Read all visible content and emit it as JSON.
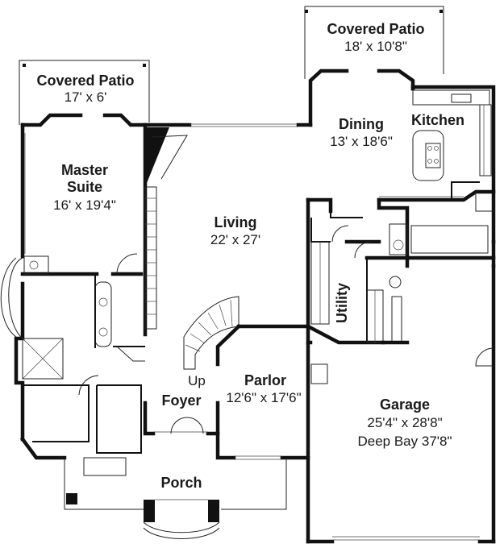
{
  "plan": {
    "rooms": [
      {
        "id": "covered-patio-right",
        "name": "Covered Patio",
        "size": "18' x 10'8\""
      },
      {
        "id": "covered-patio-left",
        "name": "Covered Patio",
        "size": "17' x 6'"
      },
      {
        "id": "dining",
        "name": "Dining",
        "size": "13' x 18'6\""
      },
      {
        "id": "kitchen",
        "name": "Kitchen",
        "size": ""
      },
      {
        "id": "master-suite",
        "name_line1": "Master",
        "name_line2": "Suite",
        "size": "16' x 19'4\""
      },
      {
        "id": "living",
        "name": "Living",
        "size": "22' x 27'"
      },
      {
        "id": "utility",
        "name": "Utility",
        "size": ""
      },
      {
        "id": "parlor",
        "name": "Parlor",
        "size": "12'6\" x 17'6\""
      },
      {
        "id": "foyer",
        "name": "Foyer",
        "size": ""
      },
      {
        "id": "garage",
        "name": "Garage",
        "size": "25'4\" x 28'8\"",
        "extra": "Deep Bay 37'8\""
      },
      {
        "id": "porch",
        "name": "Porch",
        "size": ""
      }
    ],
    "stair_label": "Up"
  }
}
